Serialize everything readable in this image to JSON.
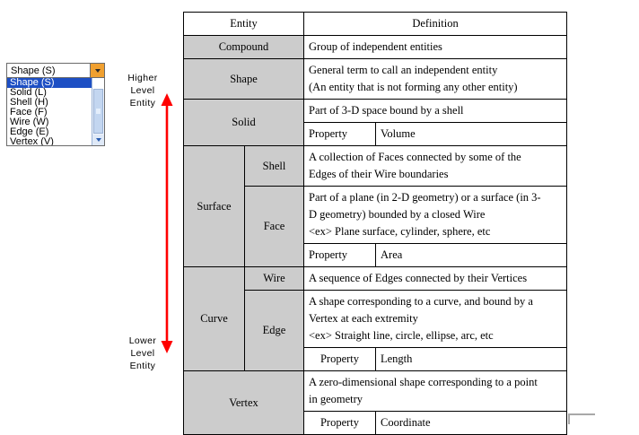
{
  "dropdown": {
    "selected_value": "Shape (S)",
    "button_icon": "chevron-down-icon",
    "accent_button_color": "#f0a030",
    "selection_color": "#1d4fc4",
    "options": [
      "Shape (S)",
      "Solid (L)",
      "Shell (H)",
      "Face (F)",
      "Wire (W)",
      "Edge (E)",
      "Vertex (V)"
    ],
    "scroll_down_icon": "chevron-down-icon"
  },
  "annotation": {
    "arrow_color": "#ff0000",
    "arrow_icon": "double-headed-vertical-arrow-icon",
    "top_label": "Higher\nLevel\nEntity",
    "top_label_lines": [
      "Higher",
      "Level",
      "Entity"
    ],
    "bottom_label_lines": [
      "Lower",
      "Level",
      "Entity"
    ]
  },
  "table": {
    "header": {
      "entity": "Entity",
      "definition": "Definition"
    },
    "entity_fill_color": "#cccccc",
    "rows": [
      {
        "entity": "Compound",
        "definition_lines": [
          "Group of independent entities"
        ]
      },
      {
        "entity": "Shape",
        "definition_lines": [
          "General term to call an independent entity",
          "(An entity that is not forming any other entity)"
        ]
      },
      {
        "entity": "Solid",
        "definition_lines": [
          "Part of 3-D space bound by a shell"
        ],
        "property_label": "Property",
        "property_value": "Volume"
      },
      {
        "entity": "Surface",
        "sub_entity": "Shell",
        "definition_lines": [
          "A collection of Faces connected by some of the",
          "Edges of their Wire boundaries"
        ]
      },
      {
        "sub_entity": "Face",
        "definition_lines": [
          "Part of a plane (in 2-D geometry) or a surface (in 3-",
          "D geometry) bounded by a closed Wire",
          "<ex> Plane surface, cylinder, sphere, etc"
        ],
        "property_label": "Property",
        "property_value": "Area"
      },
      {
        "entity": "Curve",
        "sub_entity": "Wire",
        "definition_lines": [
          "A sequence of Edges connected by their Vertices"
        ]
      },
      {
        "sub_entity": "Edge",
        "definition_lines": [
          "A shape corresponding to a curve, and bound by a",
          "Vertex at each extremity",
          "<ex> Straight line, circle, ellipse, arc, etc"
        ],
        "property_label": "Property",
        "property_value": "Length"
      },
      {
        "entity": "Vertex",
        "definition_lines": [
          "A zero-dimensional shape corresponding to a point",
          "in geometry"
        ],
        "property_label": "Property",
        "property_value": "Coordinate"
      }
    ]
  }
}
